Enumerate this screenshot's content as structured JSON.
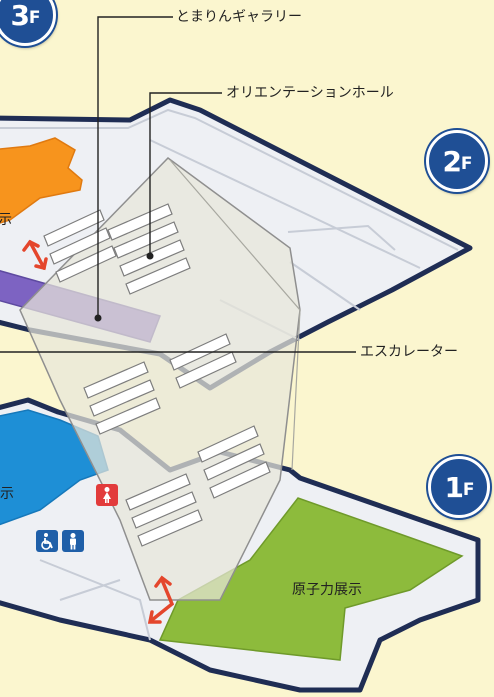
{
  "floors": [
    {
      "id": "3f",
      "num": "3",
      "suffix": "F"
    },
    {
      "id": "2f",
      "num": "2",
      "suffix": "F"
    },
    {
      "id": "1f",
      "num": "1",
      "suffix": "F"
    }
  ],
  "labels": {
    "gallery": "とまりんギャラリー",
    "orientation_hall": "オリエンテーションホール",
    "escalator": "エスカレーター",
    "exhibit_3f": "示",
    "exhibit_2f": "展示",
    "nuclear_exhibit": "原子力展示"
  },
  "icons": {
    "restroom_women": "restroom-women-icon",
    "wheelchair": "wheelchair-icon",
    "restroom_men": "restroom-men-icon"
  },
  "colors": {
    "background": "#fbf6cf",
    "floor_panel": "#eef0f4",
    "floor_border": "#1f2d54",
    "exhibit_orange": "#f7941d",
    "gallery_purple": "#7d63c2",
    "exhibit_blue": "#1e8fd6",
    "nuclear_green": "#8dbb3c",
    "arrow_red": "#e4462c",
    "badge_blue": "#1f4f95"
  }
}
